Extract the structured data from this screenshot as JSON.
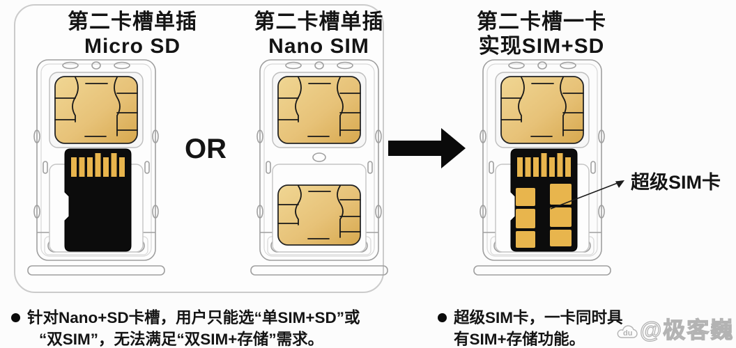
{
  "sections": [
    {
      "id": "left",
      "title_lines": [
        "第二卡槽单插",
        "Micro SD"
      ],
      "tray_contents": [
        "nano-sim",
        "micro-sd"
      ]
    },
    {
      "id": "middle",
      "title_lines": [
        "第二卡槽单插",
        "Nano SIM"
      ],
      "tray_contents": [
        "nano-sim",
        "nano-sim"
      ]
    },
    {
      "id": "right",
      "title_lines": [
        "第二卡槽一卡",
        "实现SIM+SD"
      ],
      "tray_contents": [
        "nano-sim",
        "super-sim"
      ]
    }
  ],
  "or_label": "OR",
  "callout": {
    "label": "超级SIM卡"
  },
  "bullets": {
    "left": {
      "lines": [
        "针对Nano+SD卡槽，用户只能选“单SIM+SD”或",
        "“双SIM”，无法满足“双SIM+存储”需求。"
      ]
    },
    "right": {
      "lines": [
        "超级SIM卡，一卡同时具",
        "有SIM+存储功能。"
      ]
    }
  },
  "watermark": {
    "badge": "du",
    "text": "@极客巍"
  },
  "colors": {
    "gold": "#e7c278",
    "gold_light": "#f0d693",
    "gold_dark": "#d7a84e",
    "card_black": "#0c0c0c",
    "pin_gold": "#e8b54d",
    "line_gray": "#9f9f9f",
    "line_light": "#d8d8d8",
    "slot_fill": "#f7f7f7",
    "panel_border": "#cbcbcb",
    "text": "#141414",
    "watermark": "#b3b3b3"
  }
}
